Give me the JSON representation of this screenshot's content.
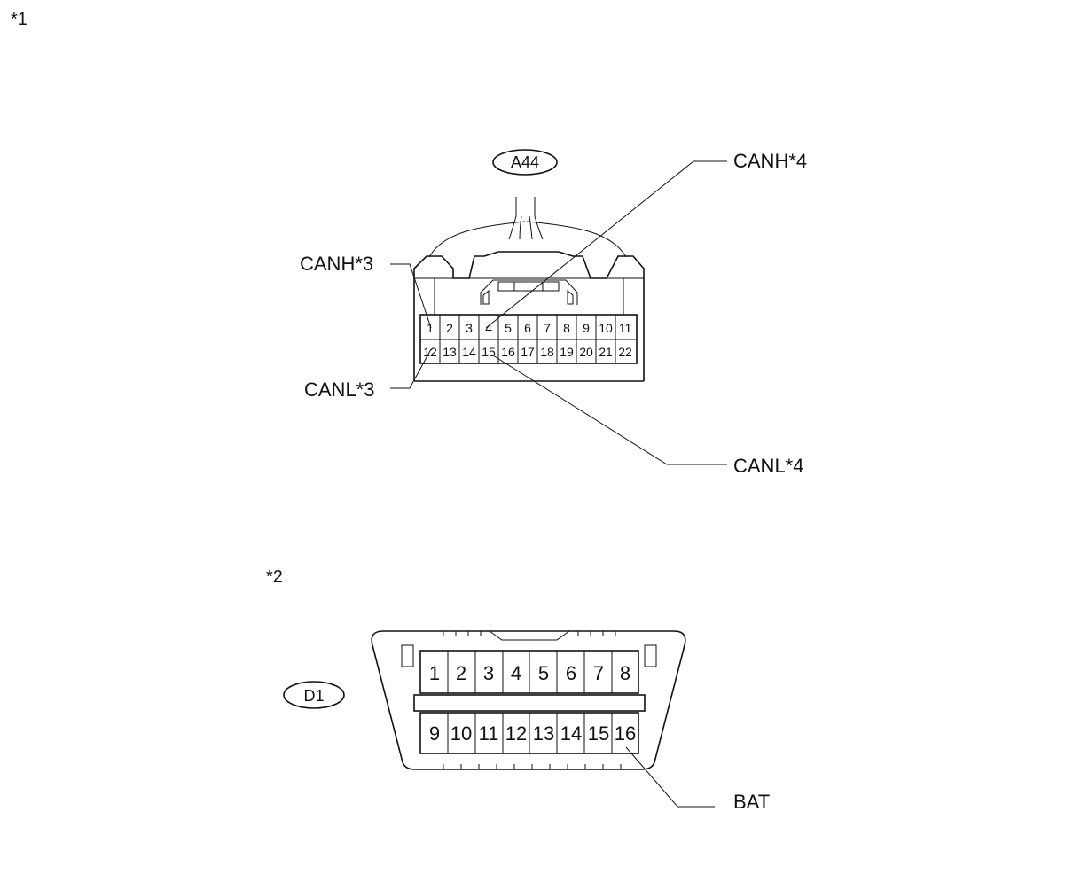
{
  "figure_notes": {
    "note1": "*1",
    "note2": "*2"
  },
  "connector_a": {
    "id_label": "A44",
    "row1_pins": [
      "1",
      "2",
      "3",
      "4",
      "5",
      "6",
      "7",
      "8",
      "9",
      "10",
      "11"
    ],
    "row2_pins": [
      "12",
      "13",
      "14",
      "15",
      "16",
      "17",
      "18",
      "19",
      "20",
      "21",
      "22"
    ],
    "callouts": {
      "canh3": "CANH*3",
      "canl3": "CANL*3",
      "canh4": "CANH*4",
      "canl4": "CANL*4"
    }
  },
  "connector_d": {
    "id_label": "D1",
    "row1_pins": [
      "1",
      "2",
      "3",
      "4",
      "5",
      "6",
      "7",
      "8"
    ],
    "row2_pins": [
      "9",
      "10",
      "11",
      "12",
      "13",
      "14",
      "15",
      "16"
    ],
    "callouts": {
      "bat": "BAT"
    }
  }
}
